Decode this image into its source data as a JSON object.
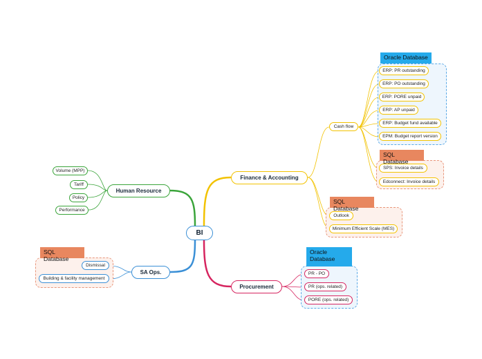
{
  "root": {
    "label": "BI"
  },
  "human_resource": {
    "label": "Human Resource",
    "items": [
      "Volume (MPP)",
      "Tariff",
      "Policy",
      "Performance"
    ]
  },
  "sa_ops": {
    "label": "SA Ops.",
    "group_label": "SQL Database",
    "items": [
      "Dismissal",
      "Building & facility management"
    ]
  },
  "finance": {
    "label": "Finance & Accounting",
    "cash_flow": "Cash flow",
    "oracle_label": "Oracle Database",
    "oracle_items": [
      "ERP: PR outstanding",
      "ERP: PO outstanding",
      "ERP: PORE unpaid",
      "ERP: AP unpaid",
      "ERP: Budget fund available",
      "EPM: Budget report version"
    ],
    "sql_label": "SQL Database",
    "sql_items": [
      "SPS: Invoice details",
      "Edconnect: Invoice details"
    ],
    "sql2_label": "SQL Database",
    "sql2_items": [
      "Outlook",
      "Minimum Efficient Scale (MES)"
    ]
  },
  "procurement": {
    "label": "Procurement",
    "oracle_label": "Oracle Database",
    "items": [
      "PR - PO",
      "PR (ops. related)",
      "PORE (ops. related)"
    ]
  },
  "colors": {
    "green": "#3aa43a",
    "blue": "#3a8fd6",
    "yellow": "#f2c200",
    "crimson": "#d6245f",
    "sql": "#e8875f",
    "oracle": "#25aaeb"
  }
}
